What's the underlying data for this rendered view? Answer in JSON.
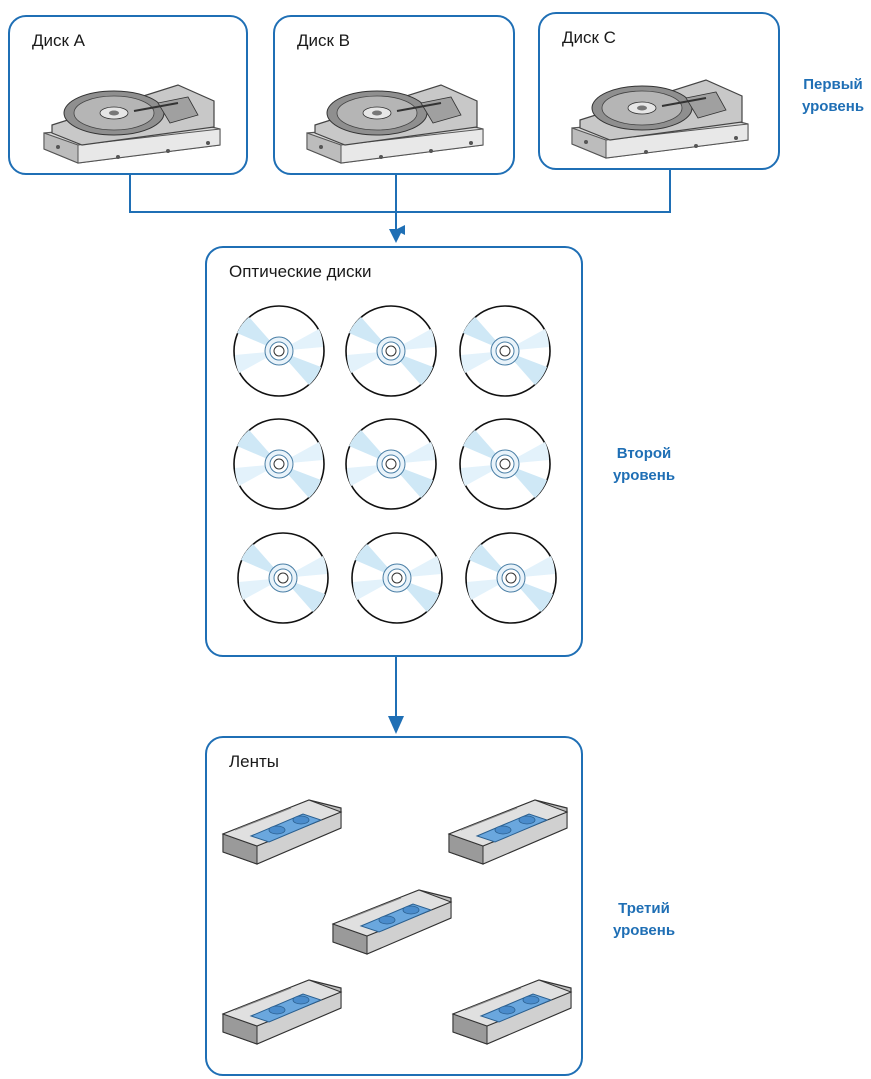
{
  "level1": {
    "disks": [
      {
        "label": "Диск A",
        "icon": "hard-drive-icon"
      },
      {
        "label": "Диск B",
        "icon": "hard-drive-icon"
      },
      {
        "label": "Диск C",
        "icon": "hard-drive-icon"
      }
    ],
    "level_line1": "Первый",
    "level_line2": "уровень"
  },
  "level2": {
    "title": "Оптические диски",
    "icon": "optical-disc-icon",
    "disc_count": 9,
    "level_line1": "Второй",
    "level_line2": "уровень"
  },
  "level3": {
    "title": "Ленты",
    "icon": "tape-cartridge-icon",
    "tape_count": 5,
    "level_line1": "Третий",
    "level_line2": "уровень"
  },
  "colors": {
    "accent": "#1f6fb5",
    "text": "#1a1a1a"
  }
}
